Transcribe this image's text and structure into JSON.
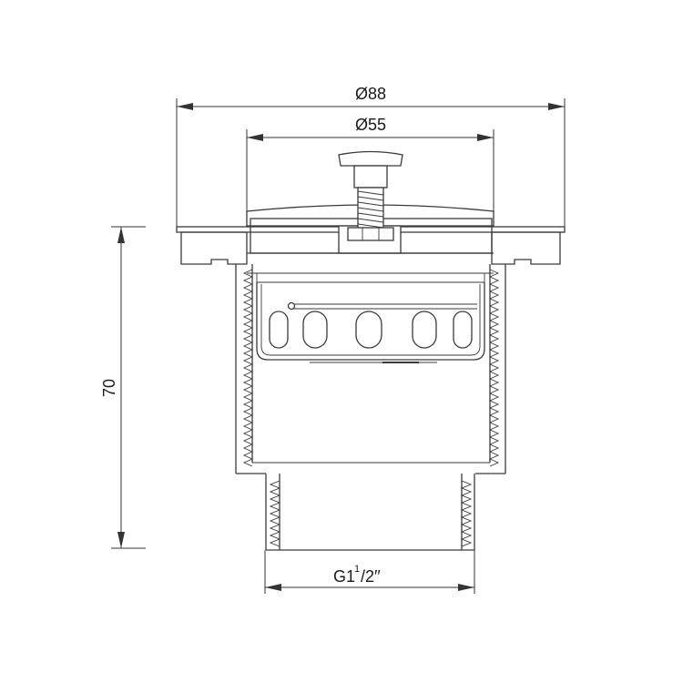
{
  "dimensions": {
    "outer_diameter": "Ø88",
    "inner_diameter": "Ø55",
    "height": "70",
    "thread_main": "G1",
    "thread_sup": "1",
    "thread_rest": "/2′′"
  },
  "colors": {
    "line": "#3a3a3a",
    "background": "#ffffff"
  }
}
